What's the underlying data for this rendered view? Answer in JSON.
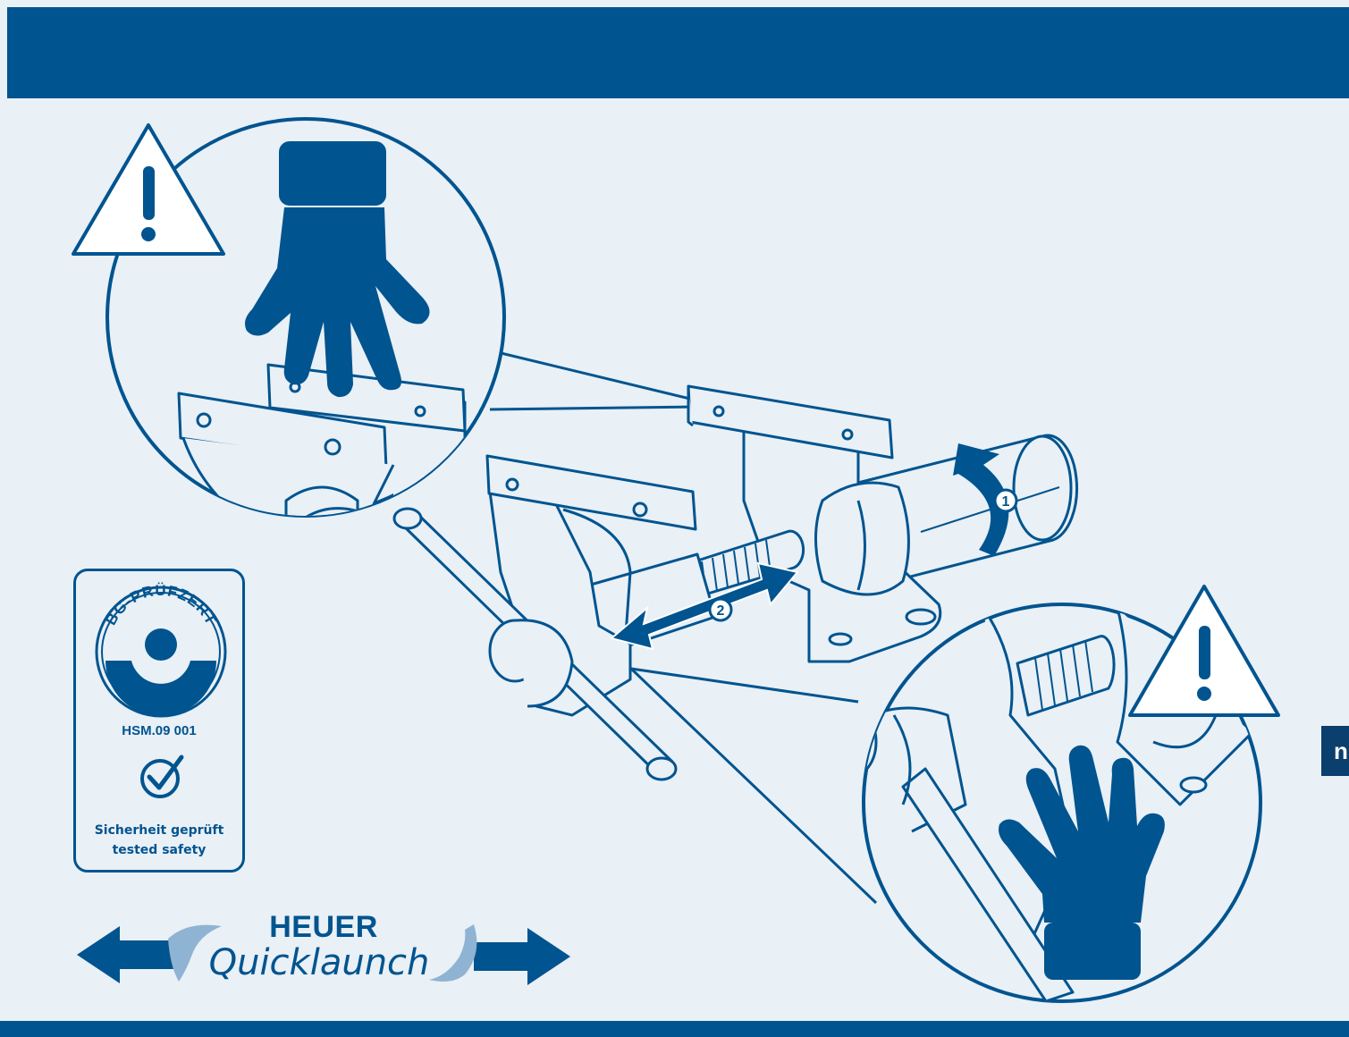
{
  "colors": {
    "brand_blue": "#00548f",
    "dark_blue": "#0a3f6e",
    "background": "#e9f0f6",
    "white": "#ffffff",
    "light_arrow": "#8fb3d3"
  },
  "right_tab": {
    "label": "n"
  },
  "callouts": {
    "step_1": "1",
    "step_2": "2"
  },
  "certificate": {
    "seal_text": "BG-PRÜFZERT",
    "code": "HSM.09 001",
    "line_de": "Sicherheit geprüft",
    "line_en": "tested safety",
    "check_icon": "checkmark-circle-icon"
  },
  "brand": {
    "name": "HEUER",
    "product": "Quicklaunch"
  },
  "icons": [
    "warning-triangle-icon",
    "gloved-hand-icon",
    "rotate-arrow-icon",
    "double-arrow-icon",
    "bench-vise-illustration"
  ]
}
